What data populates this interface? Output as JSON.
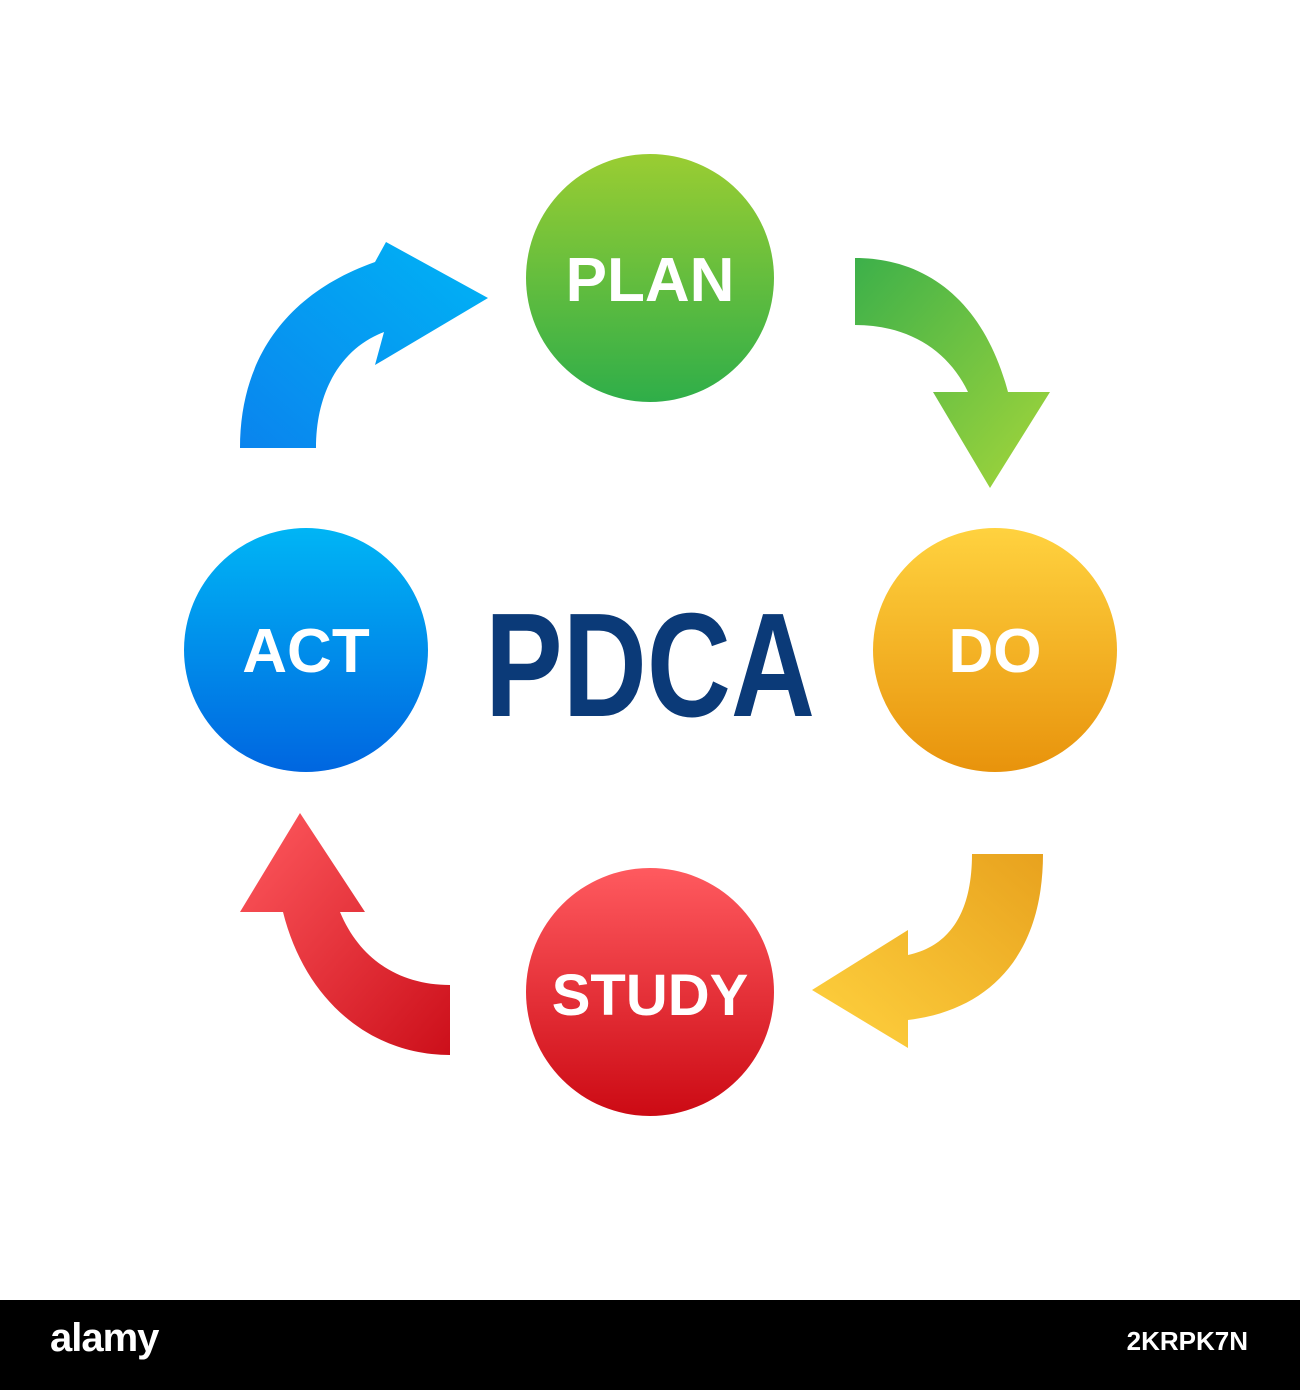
{
  "center_title": "PDCA",
  "colors": {
    "title": "#0b3a78",
    "plan": [
      "#9acd32",
      "#2fae49"
    ],
    "do": [
      "#ffd23f",
      "#e8930c"
    ],
    "study": [
      "#ff5a5f",
      "#cc0a14"
    ],
    "act": [
      "#00b5f5",
      "#0066e0"
    ],
    "arrow_act_plan": [
      "#008cf0",
      "#00b4f5"
    ],
    "arrow_plan_do": [
      "#3cb04a",
      "#a5d63a"
    ],
    "arrow_do_study": [
      "#e8a21e",
      "#ffd23f"
    ],
    "arrow_study_act": [
      "#cc0f1a",
      "#ff5a5f"
    ]
  },
  "nodes": [
    {
      "id": "plan",
      "label": "PLAN"
    },
    {
      "id": "do",
      "label": "DO"
    },
    {
      "id": "study",
      "label": "STUDY"
    },
    {
      "id": "act",
      "label": "ACT"
    }
  ],
  "arrows": [
    {
      "from": "act",
      "to": "plan"
    },
    {
      "from": "plan",
      "to": "do"
    },
    {
      "from": "do",
      "to": "study"
    },
    {
      "from": "study",
      "to": "act"
    }
  ],
  "footer": {
    "brand": "alamy",
    "image_id": "2KRPK7N"
  }
}
